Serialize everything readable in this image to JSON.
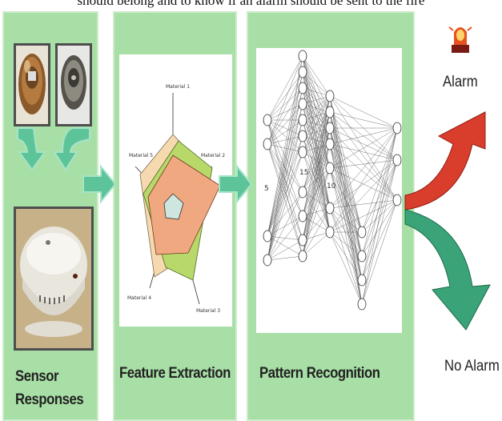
{
  "caption": "should belong and to know if an alarm should be sent to the fire",
  "panels": {
    "sensor_responses": "Sensor\nResponses",
    "feature_extraction": "Feature Extraction",
    "pattern_recognition": "Pattern Recognition"
  },
  "radar": {
    "axes": [
      "Material 1",
      "Material 2",
      "Material 3",
      "Material 4",
      "Material 5"
    ],
    "series_colors": [
      "#f7d9b0",
      "#b8d86a",
      "#f0a880",
      "#cfe6e0"
    ]
  },
  "network": {
    "layer_labels": [
      "5",
      "15",
      "10"
    ]
  },
  "outcomes": {
    "alarm": "Alarm",
    "no_alarm": "No Alarm"
  },
  "colors": {
    "panel_green": "#a8dfa6",
    "flow_arrow": "#5dc49a",
    "alarm_arrow": "#d93d2c",
    "no_alarm_arrow": "#3aa377"
  }
}
